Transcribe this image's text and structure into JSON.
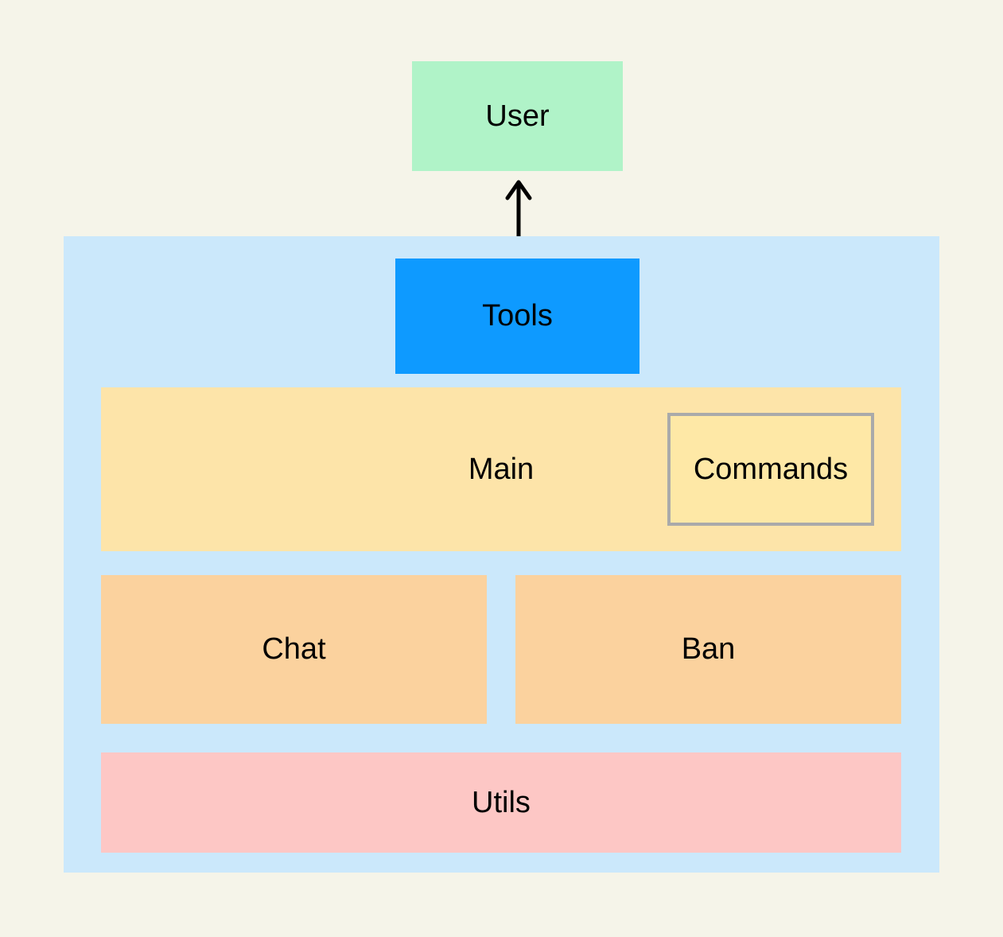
{
  "diagram": {
    "user": {
      "label": "User",
      "color": "#b0f3c8"
    },
    "container": {
      "color": "#cbe8fb"
    },
    "tools": {
      "label": "Tools",
      "color": "#0e9aff"
    },
    "main": {
      "label": "Main",
      "color": "#fde4a9"
    },
    "commands": {
      "label": "Commands",
      "color": "#fee8a6",
      "border_color": "#aaaaaa"
    },
    "chat": {
      "label": "Chat",
      "color": "#fbd29e"
    },
    "ban": {
      "label": "Ban",
      "color": "#fbd29e"
    },
    "utils": {
      "label": "Utils",
      "color": "#fdc7c5"
    },
    "edges": [
      {
        "from": "Tools",
        "to": "User",
        "style": "arrow"
      }
    ],
    "background": "#f5f4e9"
  }
}
